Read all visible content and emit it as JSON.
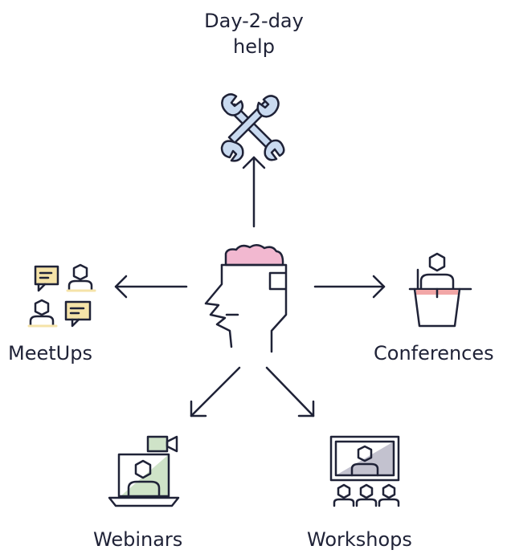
{
  "nodes": {
    "day2day": {
      "line1": "Day-2-day",
      "line2": "help"
    },
    "meetups": {
      "label": "MeetUps"
    },
    "conferences": {
      "label": "Conferences"
    },
    "webinars": {
      "label": "Webinars"
    },
    "workshops": {
      "label": "Workshops"
    }
  },
  "icons": {
    "center": "head-with-brain-icon",
    "day2day": "crossed-wrenches-icon",
    "meetups": "chat-people-icon",
    "conferences": "speaker-podium-icon",
    "webinars": "laptop-video-icon",
    "workshops": "presentation-audience-icon"
  },
  "colors": {
    "stroke": "#1f2237",
    "brain": "#f2b8d0",
    "wrench": "#c9daf0",
    "meetup_accent": "#f5e3a8",
    "podium_stripe": "#f2a7a7",
    "webinar_accent": "#cfe3c8",
    "screen_accent": "#c3c2cf"
  }
}
